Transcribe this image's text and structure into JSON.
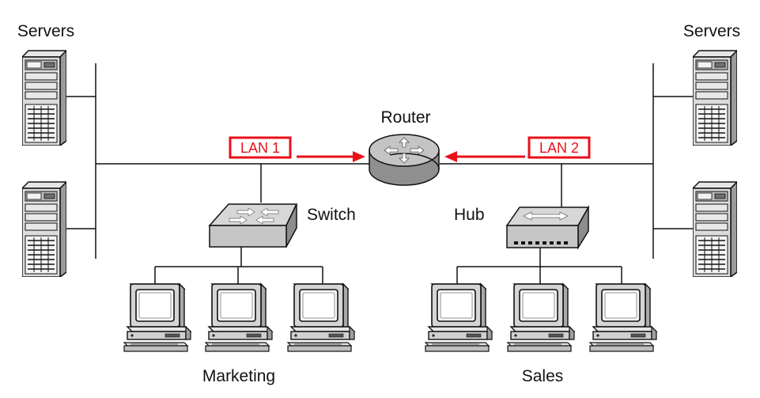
{
  "labels": {
    "servers_left": "Servers",
    "servers_right": "Servers",
    "router": "Router",
    "switch": "Switch",
    "hub": "Hub",
    "marketing": "Marketing",
    "sales": "Sales",
    "lan1": "LAN 1",
    "lan2": "LAN 2"
  },
  "colors": {
    "lan_accent": "#e8101a",
    "line": "#111111",
    "device_fill": "#d9d9d9",
    "device_dark": "#8c8c8c",
    "router_fill": "#b8b8b8"
  },
  "icons": {
    "server": "server-tower-icon",
    "router": "router-icon",
    "switch": "switch-icon",
    "hub": "hub-icon",
    "workstation": "workstation-icon"
  }
}
